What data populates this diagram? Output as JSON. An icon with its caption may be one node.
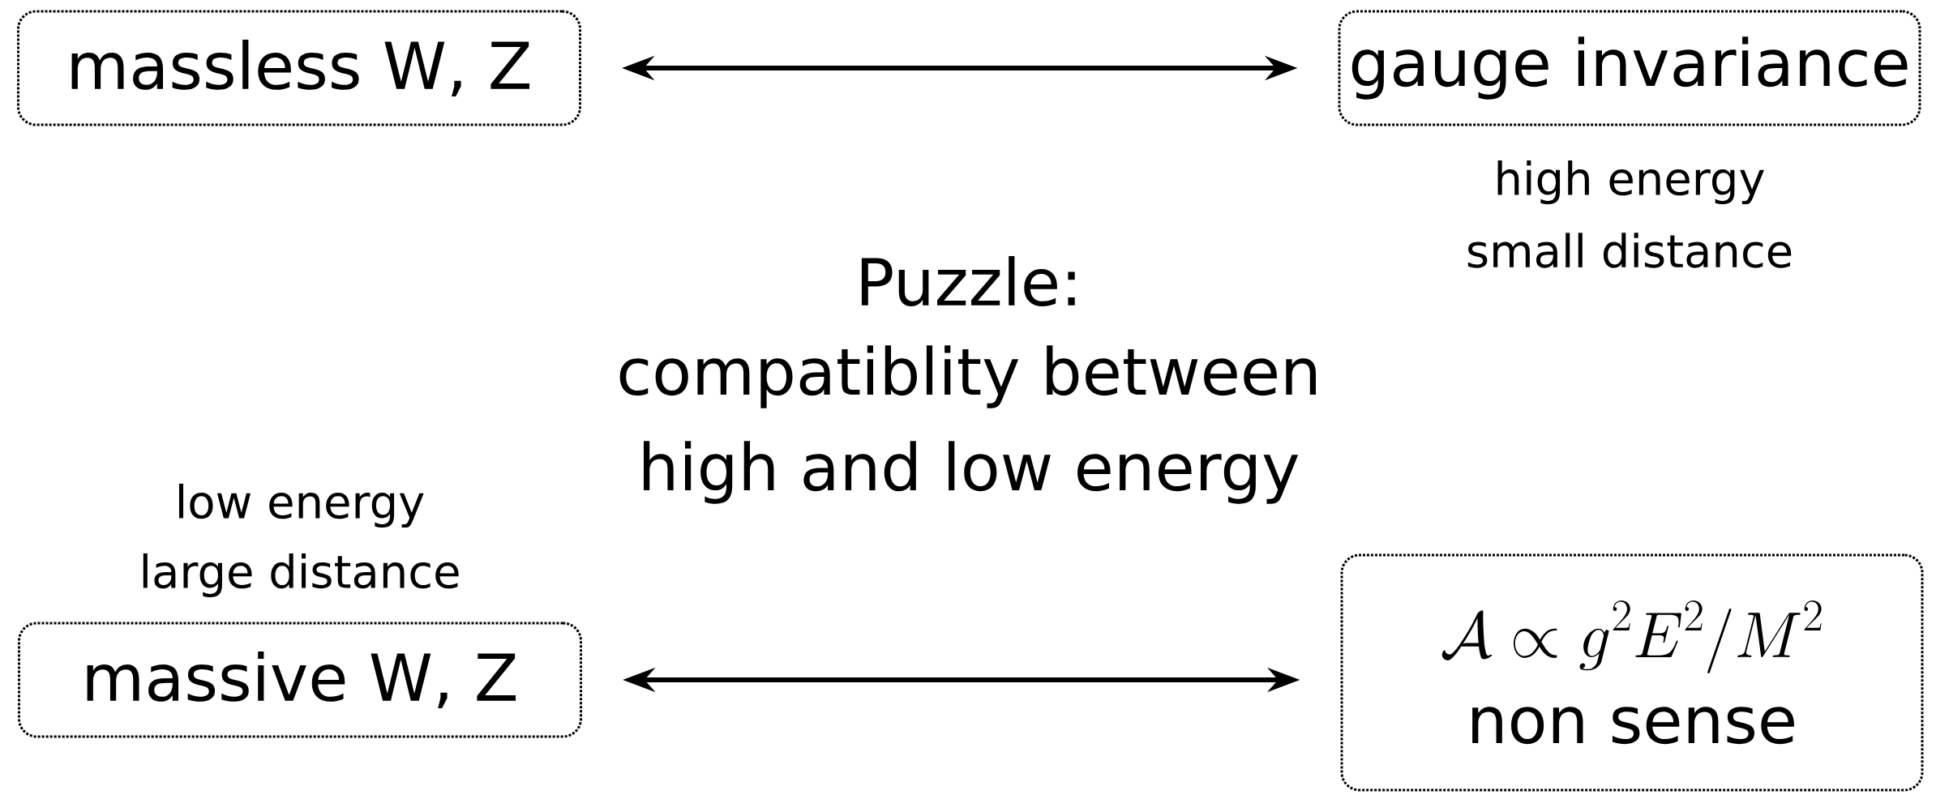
{
  "diagram": {
    "nodes": [
      {
        "text": [
          "massless W, Z"
        ]
      },
      {
        "text": [
          "gauge invariance"
        ],
        "beside": [
          "high energy",
          "small distance"
        ]
      },
      {
        "text": [
          "massive W, Z"
        ],
        "beside": [
          "low energy",
          "large distance"
        ]
      },
      {
        "text": [
          "\\mathcal{A}\\propto g^2E^2/M^2",
          "non sense"
        ]
      }
    ],
    "edges": [
      {
        "from": 0,
        "to": 1,
        "arrow": "both"
      },
      {
        "from": 2,
        "to": 3,
        "arrow": "both"
      }
    ],
    "labels": [
      "Puzzle:",
      "compatiblity between",
      "high and low energy"
    ]
  }
}
